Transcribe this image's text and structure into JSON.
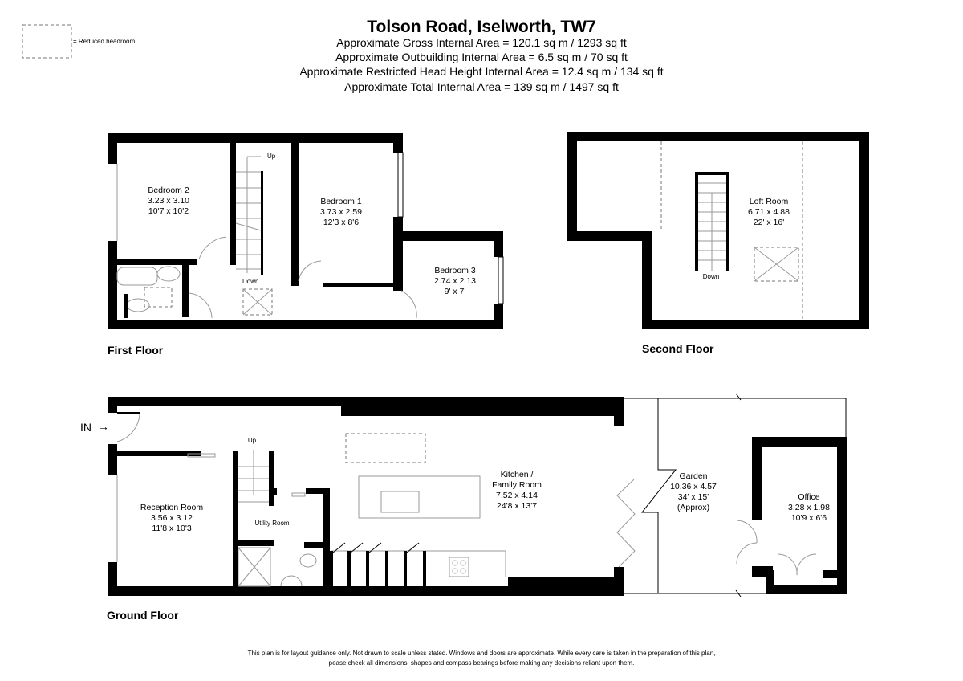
{
  "header": {
    "title": "Tolson Road, Iselworth, TW7",
    "areas": [
      "Approximate Gross Internal Area = 120.1 sq m / 1293 sq ft",
      "Approximate Outbuilding Internal Area = 6.5 sq m / 70 sq ft",
      "Approximate Restricted Head Height Internal Area = 12.4 sq m / 134 sq ft",
      "Approximate Total Internal Area = 139 sq m / 1497 sq ft"
    ]
  },
  "legend": {
    "label": "= Reduced headroom"
  },
  "floors": {
    "first": {
      "label": "First Floor",
      "stairs_up": "Up",
      "stairs_down": "Down",
      "rooms": [
        {
          "name": "Bedroom 2",
          "metric": "3.23 x 3.10",
          "imperial": "10'7 x 10'2"
        },
        {
          "name": "Bedroom 1",
          "metric": "3.73 x 2.59",
          "imperial": "12'3 x 8'6"
        },
        {
          "name": "Bedroom 3",
          "metric": "2.74 x 2.13",
          "imperial": "9' x 7'"
        }
      ]
    },
    "second": {
      "label": "Second Floor",
      "stairs_down": "Down",
      "rooms": [
        {
          "name": "Loft Room",
          "metric": "6.71 x 4.88",
          "imperial": "22' x 16'"
        }
      ]
    },
    "ground": {
      "label": "Ground Floor",
      "entrance": "IN",
      "stairs_up": "Up",
      "rooms": [
        {
          "name": "Reception Room",
          "metric": "3.56 x 3.12",
          "imperial": "11'8 x 10'3"
        },
        {
          "name": "Utility Room"
        },
        {
          "name": "Kitchen /",
          "name2": "Family Room",
          "metric": "7.52 x 4.14",
          "imperial": "24'8 x 13'7"
        },
        {
          "name": "Garden",
          "metric": "10.36 x 4.57",
          "imperial": "34' x 15'",
          "note": "(Approx)"
        },
        {
          "name": "Office",
          "metric": "3.28 x 1.98",
          "imperial": "10'9 x 6'6"
        }
      ]
    }
  },
  "footer": [
    "This plan is for layout guidance only. Not drawn to scale unless stated. Windows and doors are approximate. While every care is taken in the preparation of this plan,",
    "pease check all dimensions, shapes and compass bearings before making any decisions reliant upon them."
  ]
}
